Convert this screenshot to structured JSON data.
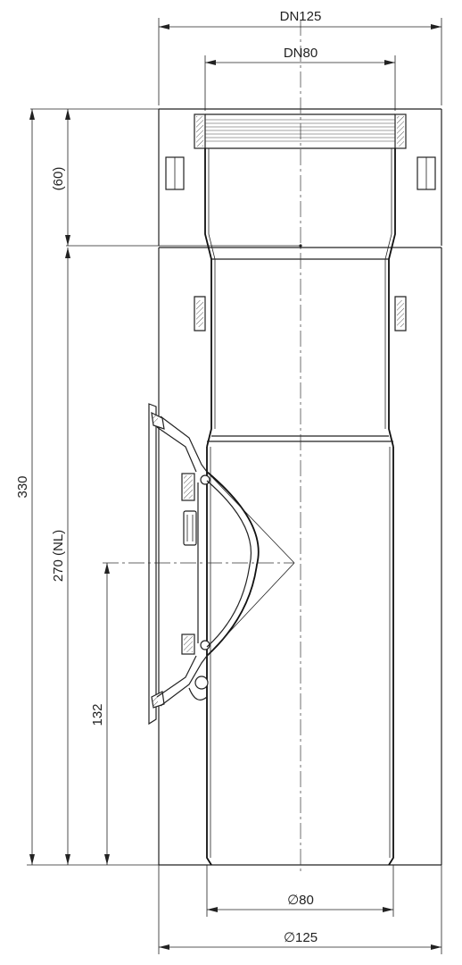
{
  "drawing": {
    "dimensions": {
      "top_outer_width": "DN125",
      "top_inner_width": "DN80",
      "socket_depth": "(60)",
      "total_length": "330",
      "nominal_length": "270 (NL)",
      "inspection_height": "132",
      "bottom_inner_diameter": "∅80",
      "bottom_outer_diameter": "∅125"
    }
  }
}
